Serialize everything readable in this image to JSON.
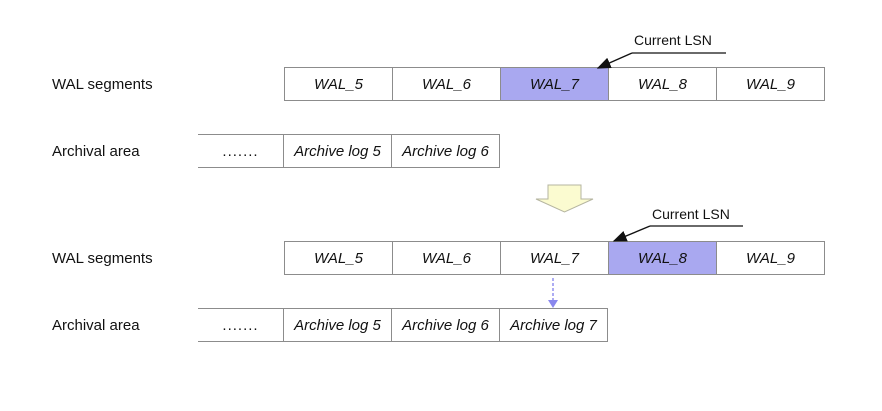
{
  "before": {
    "wal_label": "WAL segments",
    "archive_label": "Archival area",
    "current_lsn_label": "Current LSN",
    "wal_segments": [
      {
        "name": "WAL_5",
        "current": false
      },
      {
        "name": "WAL_6",
        "current": false
      },
      {
        "name": "WAL_7",
        "current": true
      },
      {
        "name": "WAL_8",
        "current": false
      },
      {
        "name": "WAL_9",
        "current": false
      }
    ],
    "archive_placeholder": ".......",
    "archive_logs": [
      "Archive log 5",
      "Archive log 6"
    ]
  },
  "after": {
    "wal_label": "WAL segments",
    "archive_label": "Archival area",
    "current_lsn_label": "Current LSN",
    "wal_segments": [
      {
        "name": "WAL_5",
        "current": false
      },
      {
        "name": "WAL_6",
        "current": false
      },
      {
        "name": "WAL_7",
        "current": false
      },
      {
        "name": "WAL_8",
        "current": true
      },
      {
        "name": "WAL_9",
        "current": false
      }
    ],
    "archive_placeholder": ".......",
    "archive_logs": [
      "Archive log 5",
      "Archive log 6",
      "Archive log 7"
    ]
  },
  "colors": {
    "current_segment": "#a9a8f0",
    "transition_arrow_fill": "#fbfbd0",
    "archive_arrow": "#8a88ee"
  }
}
